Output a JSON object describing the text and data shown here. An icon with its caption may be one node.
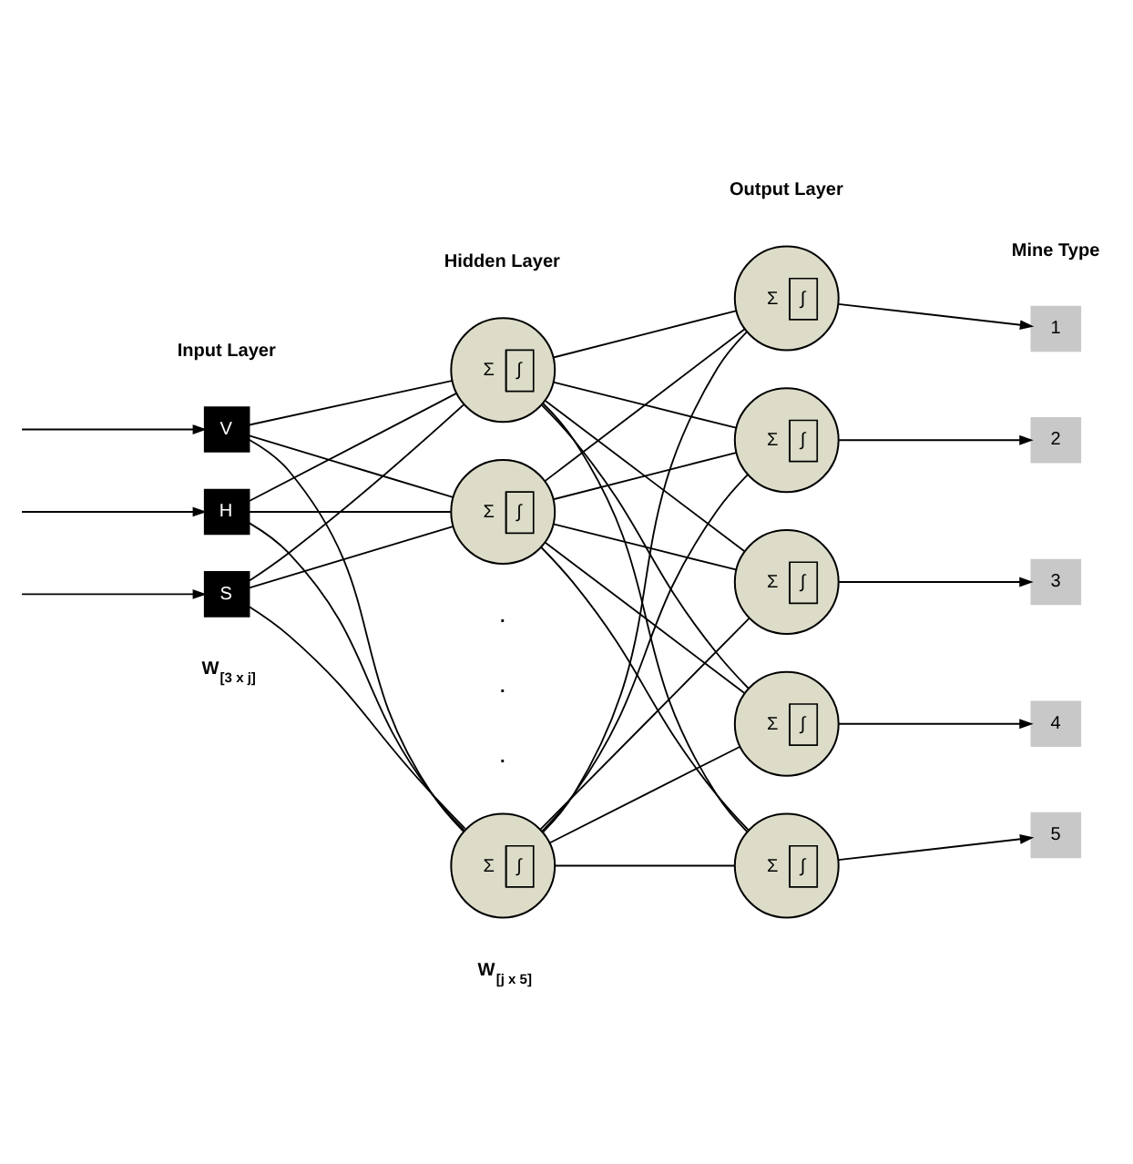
{
  "diagram": {
    "nodes": [
      {
        "text": [
          "V"
        ]
      },
      {
        "text": [
          "H"
        ]
      },
      {
        "text": [
          "S"
        ]
      },
      {
        "text": [
          "Σ",
          "∫"
        ]
      },
      {
        "text": [
          "Σ",
          "∫"
        ]
      },
      {
        "text": [
          "Σ",
          "∫"
        ]
      },
      {
        "text": [
          "Σ",
          "∫"
        ]
      },
      {
        "text": [
          "Σ",
          "∫"
        ]
      },
      {
        "text": [
          "Σ",
          "∫"
        ]
      },
      {
        "text": [
          "Σ",
          "∫"
        ]
      },
      {
        "text": [
          "Σ",
          "∫"
        ]
      },
      {
        "text": [
          "1"
        ]
      },
      {
        "text": [
          "2"
        ]
      },
      {
        "text": [
          "3"
        ]
      },
      {
        "text": [
          "4"
        ]
      },
      {
        "text": [
          "5"
        ]
      }
    ],
    "edges": [
      {
        "from": null,
        "to": 0,
        "arrow": "to"
      },
      {
        "from": null,
        "to": 1,
        "arrow": "to"
      },
      {
        "from": null,
        "to": 2,
        "arrow": "to"
      },
      {
        "from": 0,
        "to": 3,
        "arrow": "none"
      },
      {
        "from": 0,
        "to": 4,
        "arrow": "none"
      },
      {
        "from": 0,
        "to": 5,
        "arrow": "none"
      },
      {
        "from": 1,
        "to": 3,
        "arrow": "none"
      },
      {
        "from": 1,
        "to": 4,
        "arrow": "none"
      },
      {
        "from": 1,
        "to": 5,
        "arrow": "none"
      },
      {
        "from": 2,
        "to": 3,
        "arrow": "none"
      },
      {
        "from": 2,
        "to": 4,
        "arrow": "none"
      },
      {
        "from": 2,
        "to": 5,
        "arrow": "none"
      },
      {
        "from": 3,
        "to": 6,
        "arrow": "none"
      },
      {
        "from": 3,
        "to": 7,
        "arrow": "none"
      },
      {
        "from": 3,
        "to": 8,
        "arrow": "none"
      },
      {
        "from": 3,
        "to": 9,
        "arrow": "none"
      },
      {
        "from": 3,
        "to": 10,
        "arrow": "none"
      },
      {
        "from": 4,
        "to": 6,
        "arrow": "none"
      },
      {
        "from": 4,
        "to": 7,
        "arrow": "none"
      },
      {
        "from": 4,
        "to": 8,
        "arrow": "none"
      },
      {
        "from": 4,
        "to": 9,
        "arrow": "none"
      },
      {
        "from": 4,
        "to": 10,
        "arrow": "none"
      },
      {
        "from": 5,
        "to": 6,
        "arrow": "none"
      },
      {
        "from": 5,
        "to": 7,
        "arrow": "none"
      },
      {
        "from": 5,
        "to": 8,
        "arrow": "none"
      },
      {
        "from": 5,
        "to": 9,
        "arrow": "none"
      },
      {
        "from": 5,
        "to": 10,
        "arrow": "none"
      },
      {
        "from": 6,
        "to": 11,
        "arrow": "to"
      },
      {
        "from": 7,
        "to": 12,
        "arrow": "to"
      },
      {
        "from": 8,
        "to": 13,
        "arrow": "to"
      },
      {
        "from": 9,
        "to": 14,
        "arrow": "to"
      },
      {
        "from": 10,
        "to": 15,
        "arrow": "to"
      }
    ],
    "labels": [
      "Output Layer",
      "Mine Type",
      "Hidden Layer",
      "Input Layer",
      ".",
      ".",
      ".",
      "W$_{[3 x j]}$",
      "W$_{[j x 5]}$"
    ]
  }
}
